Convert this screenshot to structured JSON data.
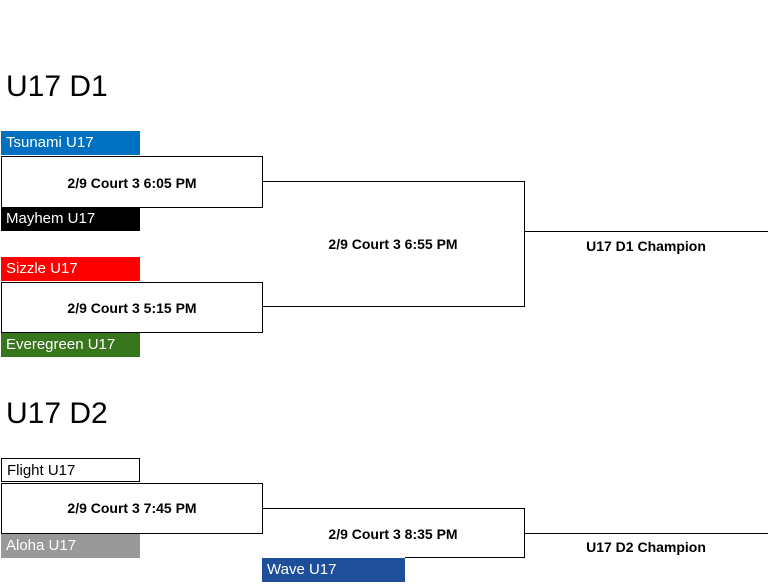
{
  "divisions": [
    {
      "title": "U17 D1",
      "teams": [
        {
          "name": "Tsunami U17",
          "bg": "#0070c0",
          "fg": "#ffffff"
        },
        {
          "name": "Mayhem U17",
          "bg": "#000000",
          "fg": "#ffffff"
        },
        {
          "name": "Sizzle U17",
          "bg": "#ff0000",
          "fg": "#ffffff"
        },
        {
          "name": "Everegreen U17",
          "bg": "#38761d",
          "fg": "#ffffff"
        }
      ],
      "games": [
        "2/9 Court 3 6:05 PM",
        "2/9 Court 3 5:15 PM",
        "2/9 Court 3 6:55 PM"
      ],
      "champion": "U17 D1 Champion"
    },
    {
      "title": "U17 D2",
      "teams": [
        {
          "name": "Flight U17",
          "bg": "#ffffff",
          "fg": "#000000"
        },
        {
          "name": "Aloha U17",
          "bg": "#999999",
          "fg": "#ffffff"
        },
        {
          "name": "Wave U17",
          "bg": "#1f4e9a",
          "fg": "#ffffff"
        }
      ],
      "games": [
        "2/9 Court 3 7:45 PM",
        "2/9 Court 3 8:35 PM"
      ],
      "champion": "U17 D2 Champion"
    }
  ]
}
